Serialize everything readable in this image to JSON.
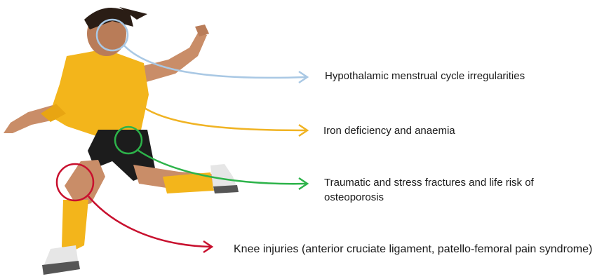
{
  "labels": {
    "hypothalamic": "Hypothalamic menstrual cycle irregularities",
    "iron": "Iron deficiency and anaemia",
    "fractures": "Traumatic and stress fractures and life risk of osteoporosis",
    "knee": "Knee injuries (anterior cruciate ligament, patello-femoral pain syndrome)"
  },
  "colors": {
    "hypothalamic": "#a9c8e4",
    "iron": "#f0b323",
    "fractures": "#2db34a",
    "knee": "#c8102e",
    "jersey": "#f3b51b",
    "shorts": "#1c1c1c",
    "skin": "#c98d68"
  },
  "icons": {
    "figure": "soccer-player-kicking-illustration"
  }
}
